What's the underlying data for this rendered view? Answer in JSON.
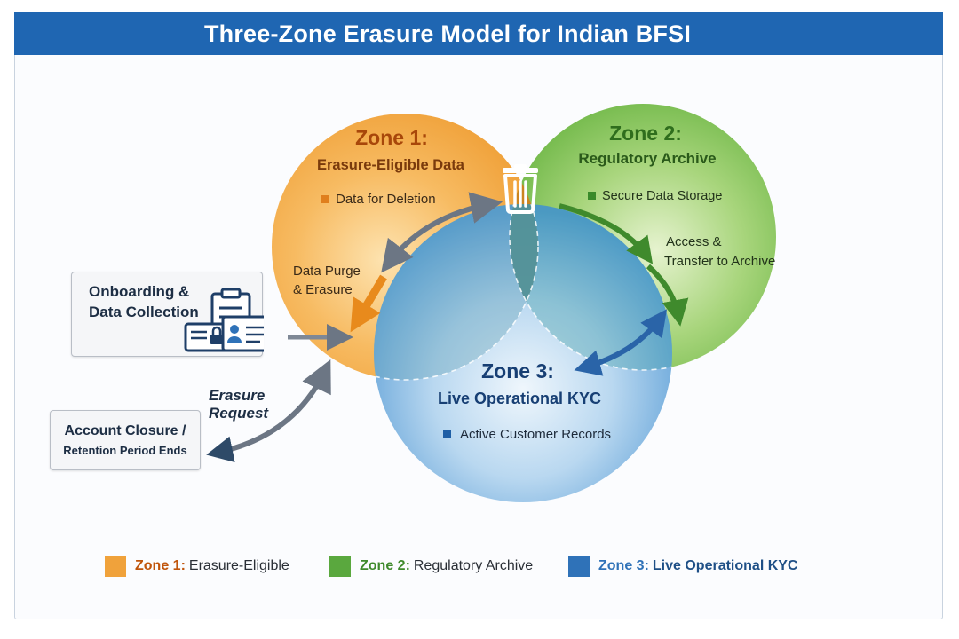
{
  "title": "Three-Zone Erasure Model for Indian BFSI",
  "colors": {
    "zone1": "#f0a23b",
    "zone2": "#72b94a",
    "zone3": "#4c95d2",
    "title_bar": "#1f66b2"
  },
  "zones": {
    "zone1": {
      "label": "Zone 1:",
      "name": "Erasure-Eligible Data",
      "item": "Data for Deletion"
    },
    "zone2": {
      "label": "Zone 2:",
      "name": "Regulatory Archive",
      "item": "Secure Data Storage"
    },
    "zone3": {
      "label": "Zone 3:",
      "name": "Live Operational KYC",
      "item": "Active Customer Records"
    }
  },
  "flows": {
    "purge_line1": "Data Purge",
    "purge_line2": "& Erasure",
    "access_line1": "Access &",
    "access_line2": "Transfer to Archive",
    "erasure_request_line1": "Erasure",
    "erasure_request_line2": "Request"
  },
  "boxes": {
    "onboarding_line1": "Onboarding &",
    "onboarding_line2": "Data Collection",
    "closure_line1": "Account Closure /",
    "closure_line2": "Retention Period Ends"
  },
  "icons": {
    "trash": "trash-icon",
    "clipboard": "clipboard-icon",
    "lock_card": "lock-card-icon",
    "id_card": "id-card-icon"
  },
  "legend": [
    {
      "label": "Zone 1:",
      "text": "Erasure-Eligible",
      "color": "#f0a23b"
    },
    {
      "label": "Zone 2:",
      "text": "Regulatory Archive",
      "color": "#5aa83e"
    },
    {
      "label": "Zone 3:",
      "text": "Live Operational KYC",
      "color": "#2f72b8"
    }
  ]
}
